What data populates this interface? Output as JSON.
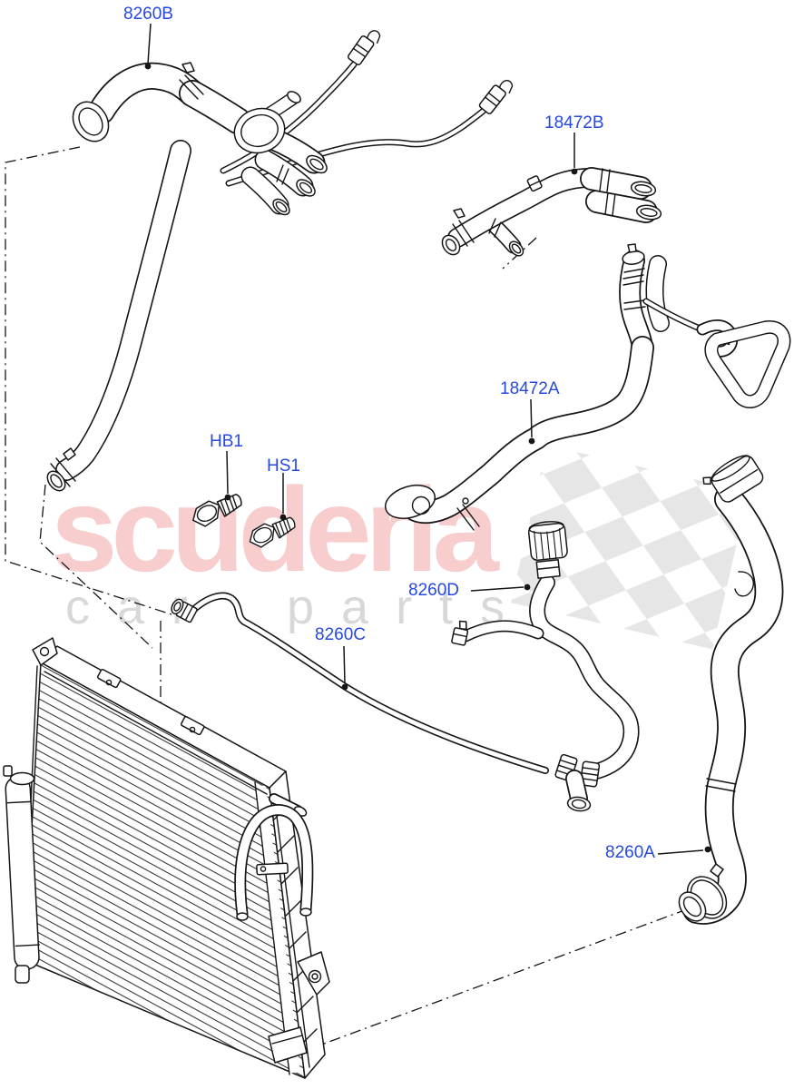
{
  "diagram": {
    "label_color": "#2748e0",
    "line_color": "#161616",
    "parts": [
      {
        "label": "8260B"
      },
      {
        "label": "18472B"
      },
      {
        "label": "18472A"
      },
      {
        "label": "HB1"
      },
      {
        "label": "HS1"
      },
      {
        "label": "8260D"
      },
      {
        "label": "8260C"
      },
      {
        "label": "8260A"
      }
    ]
  },
  "watermark": {
    "brand": "scuderia",
    "tagline": "car parts",
    "brand_color": "#f7cdcd",
    "tagline_color": "#d8d8d8",
    "checker_color": "#e2e2e2"
  }
}
